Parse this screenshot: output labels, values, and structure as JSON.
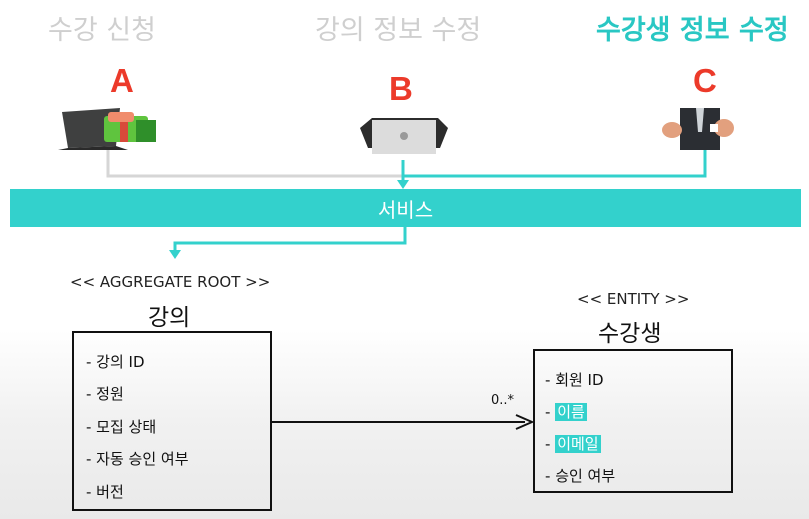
{
  "usecases": {
    "a_title": "수강 신청",
    "b_title": "강의 정보 수정",
    "c_title": "수강생 정보 수정"
  },
  "actors": {
    "a": "A",
    "b": "B",
    "c": "C"
  },
  "service": {
    "label": "서비스"
  },
  "aggregate": {
    "stereotype": "<< AGGREGATE ROOT >>",
    "name": "강의",
    "attributes": [
      "- 강의 ID",
      "- 정원",
      "- 모집 상태",
      "- 자동 승인 여부",
      "- 버전"
    ]
  },
  "entity": {
    "stereotype": "<< ENTITY >>",
    "name": "수강생",
    "attributes": [
      {
        "prefix": "- ",
        "text": "회원 ID",
        "highlight": false
      },
      {
        "prefix": "- ",
        "text": "이름",
        "highlight": true
      },
      {
        "prefix": "- ",
        "text": "이메일",
        "highlight": true
      },
      {
        "prefix": "- ",
        "text": "승인 여부",
        "highlight": false
      }
    ]
  },
  "association": {
    "multiplicity": "0..*"
  },
  "colors": {
    "accent": "#33d1cc",
    "accent_text": "#29c7c3",
    "letter": "#ec3a2a",
    "inactive": "#cfcfcf"
  },
  "icons": [
    "laptop-gift-icon",
    "laptop-icon",
    "businessman-icon"
  ]
}
